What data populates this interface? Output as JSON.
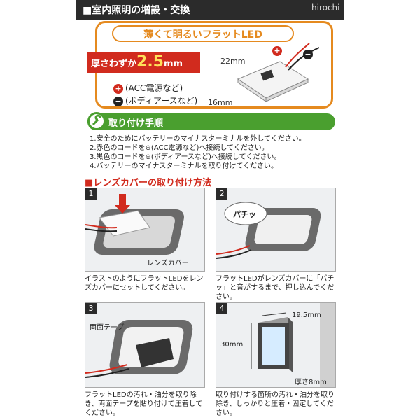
{
  "header": {
    "title": "■室内照明の増設・交換",
    "watermark": "hirochi"
  },
  "headline": {
    "pill": "薄くて明るいフラットLED",
    "thin_label": "厚さわずか",
    "thin_value": "2.5",
    "thin_unit": "mm"
  },
  "dimensions": {
    "length": "22mm",
    "width": "16mm"
  },
  "connections": {
    "plus_symbol": "+",
    "minus_symbol": "−",
    "plus_label": "(ACC電源など)",
    "minus_label": "(ボディアースなど)"
  },
  "install": {
    "title": "取り付け手順",
    "steps": [
      "1.安全のためにバッテリーのマイナスターミナルを外してください。",
      "2.赤色のコードを⊕(ACC電源など)へ接続してください。",
      "3.黒色のコードを⊖(ボディアースなど)へ接続してください。",
      "4.バッテリーのマイナスターミナルを取り付けてください。"
    ]
  },
  "lens_section": {
    "title": "■レンズカバーの取り付け方法"
  },
  "panels": [
    {
      "num": "1",
      "label": "レンズカバー",
      "caption": "イラストのようにフラットLEDをレンズカバーにセットしてください。"
    },
    {
      "num": "2",
      "label": "パチッ",
      "caption": "フラットLEDがレンズカバーに「パチッ」と音がするまで、押し込んでください。"
    },
    {
      "num": "3",
      "label": "両面テープ",
      "caption": "フラットLEDの汚れ・油分を取り除き、両面テープを貼り付けて圧着してください。"
    },
    {
      "num": "4",
      "dim_w": "19.5mm",
      "dim_h": "30mm",
      "dim_d": "厚さ8mm",
      "caption": "取り付けする箇所の汚れ・油分を取り除き、しっかりと圧着・固定してください。"
    }
  ]
}
